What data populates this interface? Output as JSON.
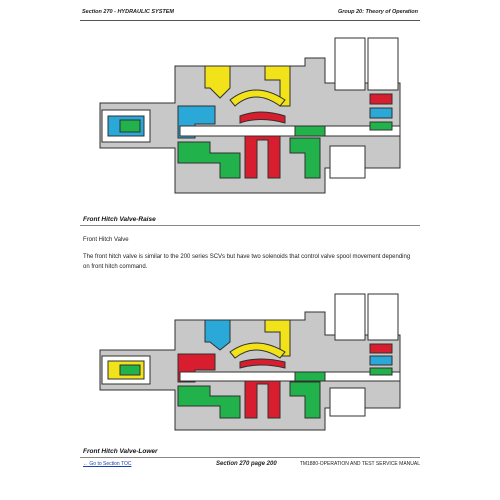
{
  "header": {
    "section": "Section 270 - HYDRAULIC SYSTEM",
    "group": "Group 20: Theory of Operation"
  },
  "captions": {
    "raise": "Front Hitch Valve-Raise",
    "lower": "Front Hitch Valve-Lower"
  },
  "body": {
    "subheading": "Front Hitch Valve",
    "paragraph": "The front hitch valve is similar to the 200 series SCVs but have two solenoids that control valve spool movement depending on front hitch command."
  },
  "footer": {
    "link": "← Go to Section TOC",
    "page": "Section 270 page 200",
    "manual": "TM1880-OPERATION AND TEST SERVICE MANUAL"
  },
  "colors": {
    "body_gray": "#c8c8c8",
    "outline": "#303030",
    "pressure_red": "#d81e2e",
    "return_green": "#22b24c",
    "trapped_yellow": "#f2e21a",
    "pilot_blue": "#2aa8d8",
    "cap_white": "#ffffff"
  }
}
